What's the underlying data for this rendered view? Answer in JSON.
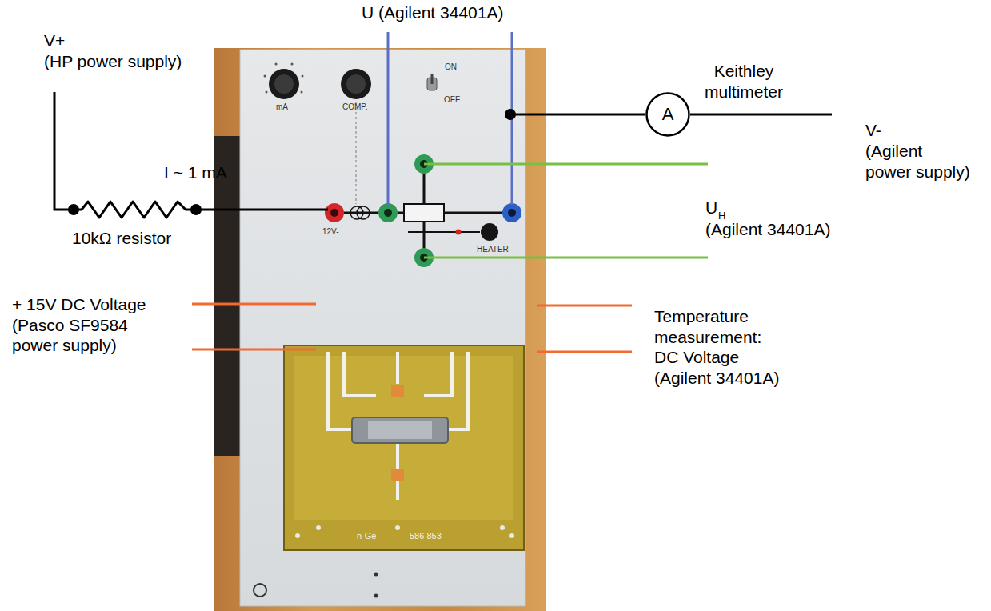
{
  "diagram": {
    "nodes": [
      {
        "text": [
          "A"
        ]
      }
    ],
    "labels": [
      "U (Agilent 34401A)",
      "Keithley multimeter",
      "V-",
      "(Agilent power supply)",
      "V+",
      "(HP power supply)",
      "I ~ 1 mA",
      "10kΩ resistor",
      "U",
      "H",
      "(Agilent 34401A)",
      "+ 15V DC Voltage (Pasco SF9584 power supply)",
      "Temperature measurement: DC Voltage (Agilent 34401A)",
      "mA",
      "COMP.",
      "ON",
      "OFF",
      "12V-",
      "HEATER",
      "n-Ge",
      "586 853"
    ]
  }
}
